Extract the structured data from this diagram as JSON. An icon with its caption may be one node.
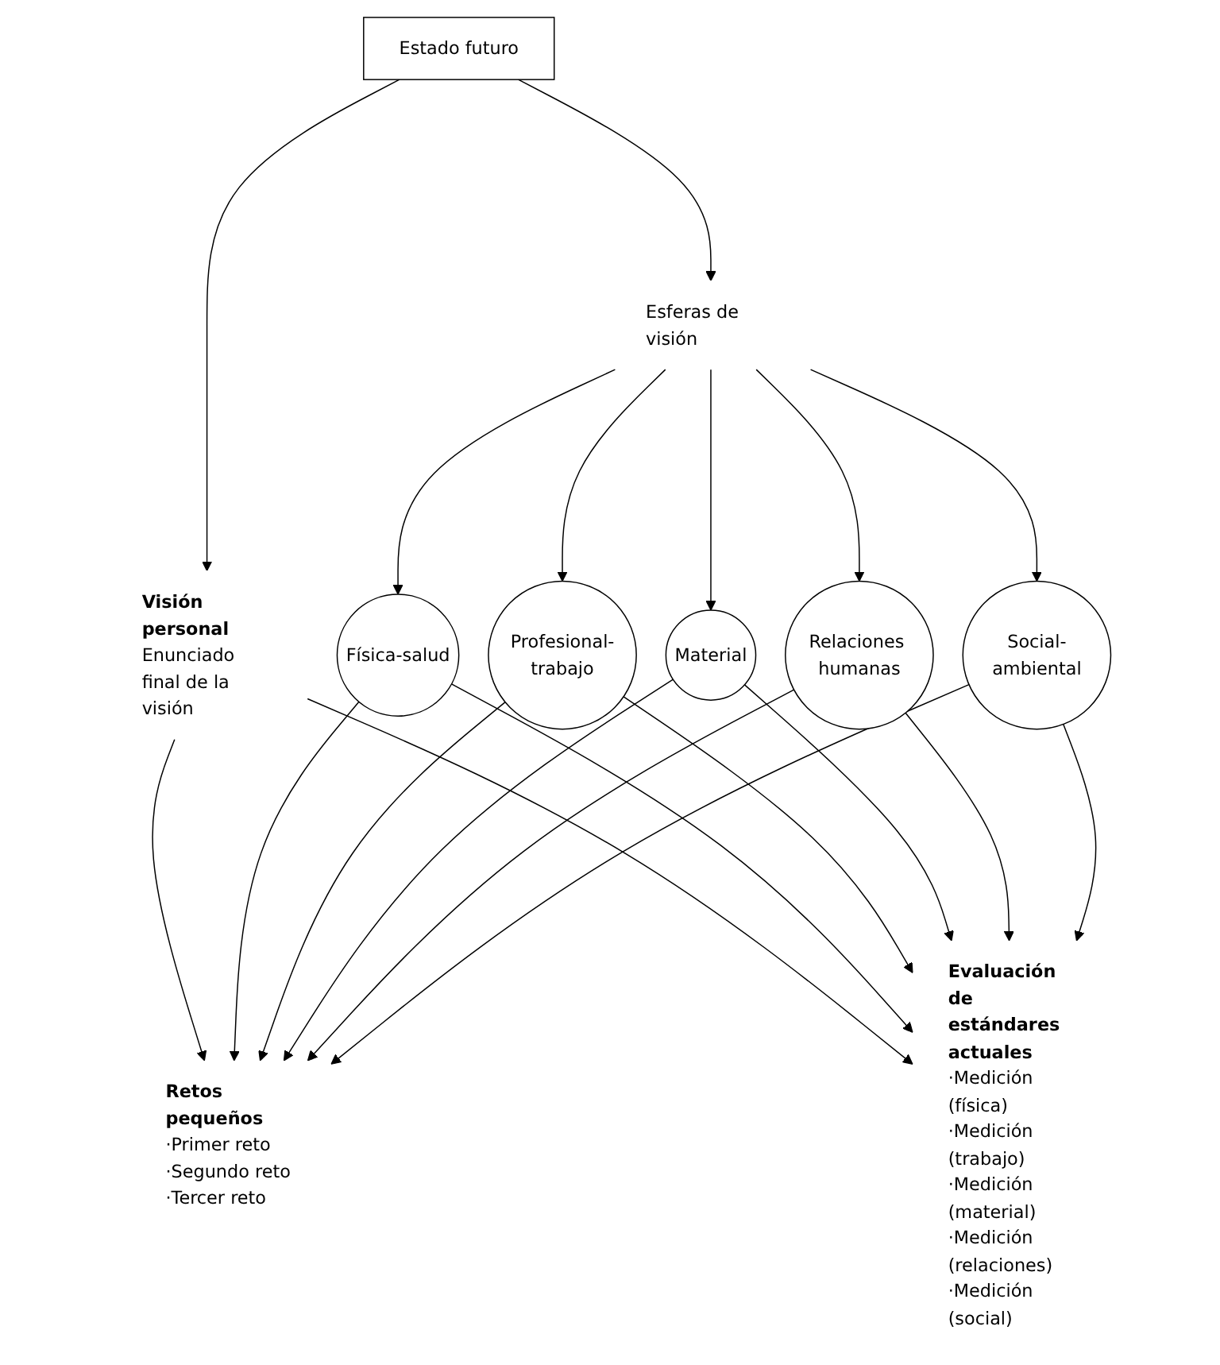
{
  "diagram": {
    "nodes": [
      {
        "text": [
          "Estado futuro"
        ]
      },
      {
        "text": [
          "Visión personal",
          "Enunciado final de la visión"
        ]
      },
      {
        "text": [
          "Esferas de visión"
        ]
      },
      {
        "text": [
          "Física-salud"
        ]
      },
      {
        "text": [
          "Profesional-trabajo"
        ]
      },
      {
        "text": [
          "Material"
        ]
      },
      {
        "text": [
          "Relaciones humanas"
        ]
      },
      {
        "text": [
          "Social-ambiental"
        ]
      },
      {
        "text": [
          "Retos pequeños",
          "·Primer reto",
          "·Segundo reto",
          "·Tercer reto"
        ]
      },
      {
        "text": [
          "Evaluación de estándares actuales",
          "·Medición (física)",
          "·Medición (trabajo)",
          "·Medición (material)",
          "·Medición (relaciones)",
          "·Medición (social)"
        ]
      }
    ],
    "edges": [
      {
        "from": 0,
        "to": 1,
        "arrow": "to"
      },
      {
        "from": 0,
        "to": 2,
        "arrow": "to"
      },
      {
        "from": 2,
        "to": 3,
        "arrow": "to"
      },
      {
        "from": 2,
        "to": 4,
        "arrow": "to"
      },
      {
        "from": 2,
        "to": 5,
        "arrow": "to"
      },
      {
        "from": 2,
        "to": 6,
        "arrow": "to"
      },
      {
        "from": 2,
        "to": 7,
        "arrow": "to"
      },
      {
        "from": 1,
        "to": 8,
        "arrow": "to"
      },
      {
        "from": 1,
        "to": 9,
        "arrow": "to"
      },
      {
        "from": 3,
        "to": 8,
        "arrow": "to"
      },
      {
        "from": 3,
        "to": 9,
        "arrow": "to"
      },
      {
        "from": 4,
        "to": 8,
        "arrow": "to"
      },
      {
        "from": 4,
        "to": 9,
        "arrow": "to"
      },
      {
        "from": 5,
        "to": 8,
        "arrow": "to"
      },
      {
        "from": 5,
        "to": 9,
        "arrow": "to"
      },
      {
        "from": 6,
        "to": 8,
        "arrow": "to"
      },
      {
        "from": 6,
        "to": 9,
        "arrow": "to"
      },
      {
        "from": 7,
        "to": 8,
        "arrow": "to"
      },
      {
        "from": 7,
        "to": 9,
        "arrow": "to"
      }
    ]
  }
}
